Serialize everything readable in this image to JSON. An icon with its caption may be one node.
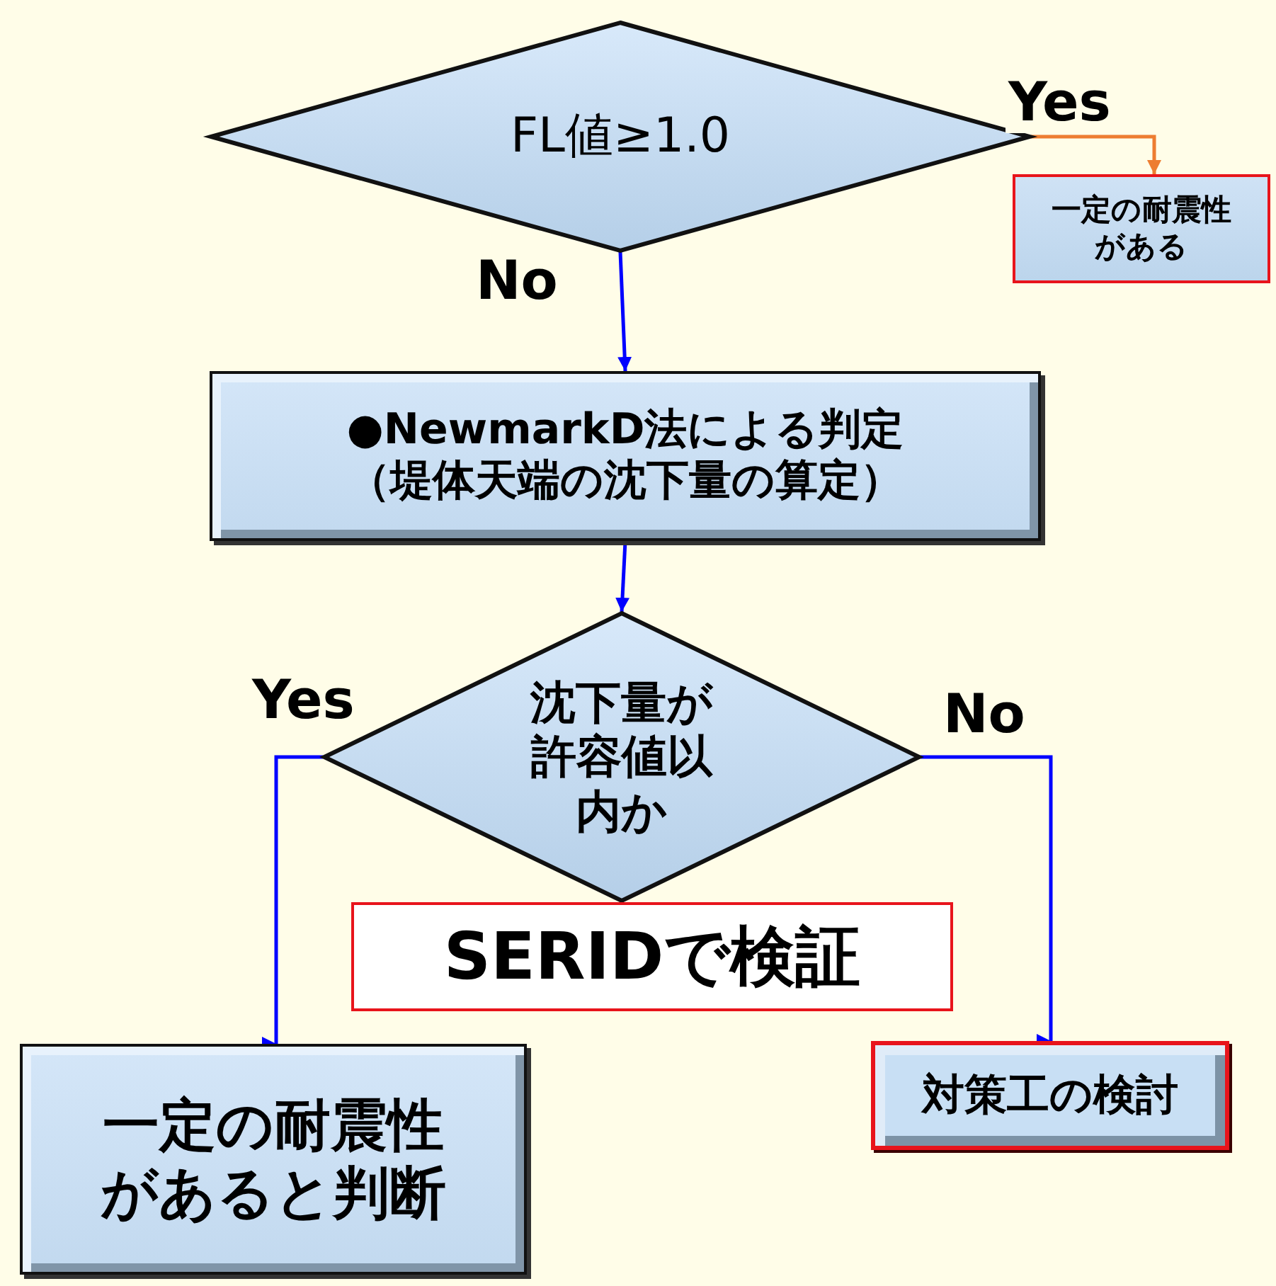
{
  "diagram": {
    "nodes": [
      {
        "text": [
          "FL値≥1.0"
        ]
      },
      {
        "text": [
          "一定の耐震性がある"
        ]
      },
      {
        "text": [
          "●NewmarkD法による判定",
          "（堤体天端の沈下量の算定）"
        ]
      },
      {
        "text": [
          "沈下量が許容値以内か"
        ]
      },
      {
        "text": [
          "SERIDで検証"
        ]
      },
      {
        "text": [
          "一定の耐震性があると判断"
        ]
      },
      {
        "text": [
          "対策工の検討"
        ]
      }
    ],
    "edges": [
      {
        "from": 0,
        "to": 1,
        "arrow": "to",
        "label": "Yes",
        "color": "#ed7d31"
      },
      {
        "from": 0,
        "to": 2,
        "arrow": "to",
        "label": "No"
      },
      {
        "from": 2,
        "to": 3,
        "arrow": "to"
      },
      {
        "from": 3,
        "to": 5,
        "arrow": "to",
        "label": "Yes"
      },
      {
        "from": 3,
        "to": 6,
        "arrow": "to",
        "label": "No"
      }
    ]
  }
}
